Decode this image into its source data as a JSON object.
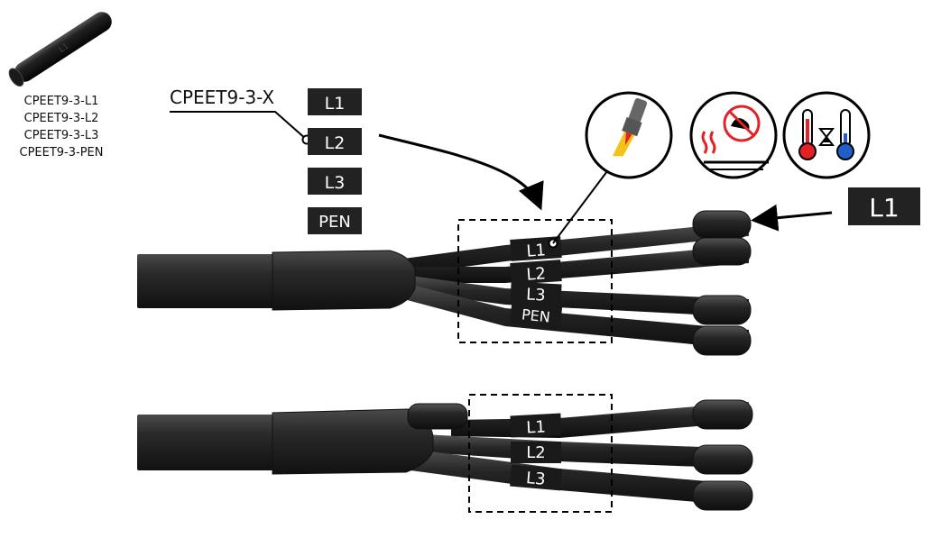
{
  "product": {
    "codes": [
      "CPEET9-3-L1",
      "CPEET9-3-L2",
      "CPEET9-3-L3",
      "CPEET9-3-PEN"
    ]
  },
  "callout": {
    "series_code": "CPEET9-3-X"
  },
  "sleeve_labels": [
    "L1",
    "L2",
    "L3",
    "PEN"
  ],
  "end_cap_label": "L1",
  "cable_4core": {
    "labels": [
      "L1",
      "L2",
      "L3",
      "PEN"
    ]
  },
  "cable_3core": {
    "labels": [
      "L1",
      "L2",
      "L3"
    ]
  },
  "icons": [
    "heat-gun-icon",
    "no-open-flame-heating-icon",
    "temperature-time-icon"
  ],
  "colors": {
    "cable": "#1c1c1c",
    "label_bg": "#222222",
    "label_text": "#ffffff",
    "warning_red": "#e32228",
    "thermometer_blue": "#1e5fc8",
    "flame_yellow": "#f5c21b"
  }
}
